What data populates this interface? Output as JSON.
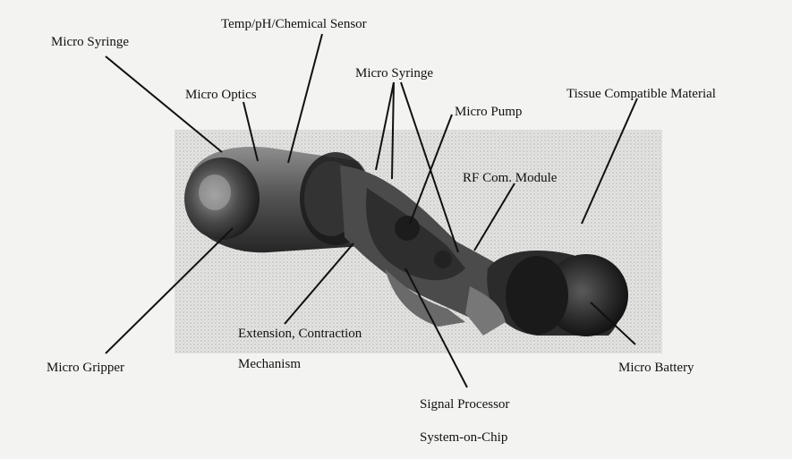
{
  "labels": {
    "micro_syringe_left": "Micro Syringe",
    "temp_sensor": "Temp/pH/Chemical Sensor",
    "micro_optics": "Micro Optics",
    "micro_syringe_center": "Micro Syringe",
    "micro_pump": "Micro Pump",
    "tissue_material": "Tissue Compatible Material",
    "rf_module": "RF Com. Module",
    "extension_line1": "Extension, Contraction",
    "extension_line2": "Mechanism",
    "micro_gripper": "Micro Gripper",
    "micro_battery": "Micro Battery",
    "signal_processor_line1": "Signal Processor",
    "signal_processor_line2": "System-on-Chip"
  }
}
